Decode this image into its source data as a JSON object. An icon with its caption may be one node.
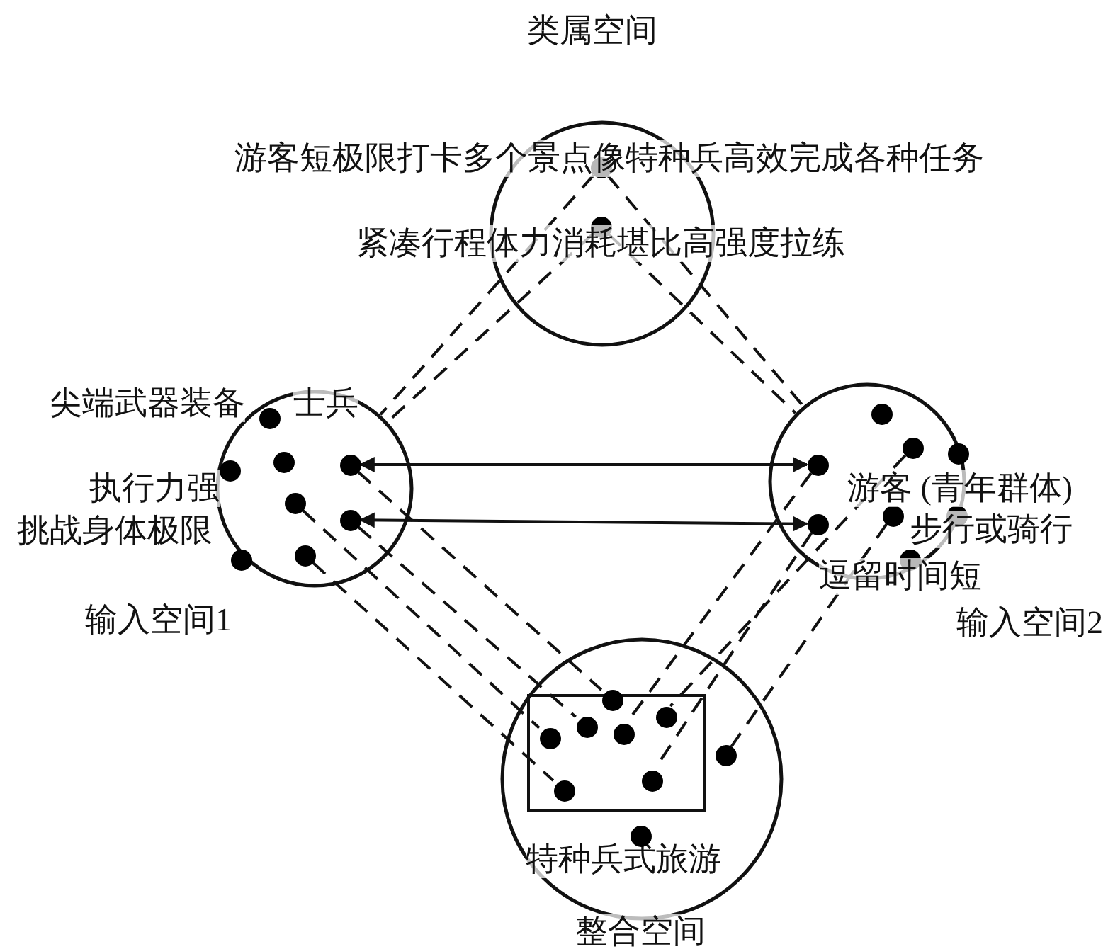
{
  "diagram": {
    "nodes": [
      {
        "text": [],
        "shape": "circle",
        "beside": [
          "类属空间"
        ]
      },
      {
        "text": [],
        "shape": "circle",
        "in": 0
      },
      {
        "text": [],
        "shape": "circle",
        "in": 0
      },
      {
        "text": [],
        "shape": "circle",
        "beside": [
          "输入空间1"
        ]
      },
      {
        "text": [],
        "shape": "circle",
        "in": 3
      },
      {
        "text": [],
        "shape": "circle",
        "in": 3
      },
      {
        "text": [],
        "shape": "circle",
        "in": 3
      },
      {
        "text": [],
        "shape": "circle",
        "in": 3
      },
      {
        "text": [],
        "shape": "circle",
        "in": 3
      },
      {
        "text": [],
        "shape": "circle",
        "in": 3
      },
      {
        "text": [],
        "shape": "circle",
        "in": 3
      },
      {
        "text": [],
        "shape": "circle",
        "in": 3
      },
      {
        "text": [],
        "shape": "circle",
        "beside": [
          "输入空间2"
        ]
      },
      {
        "text": [],
        "shape": "circle",
        "in": 12
      },
      {
        "text": [],
        "shape": "circle",
        "in": 12
      },
      {
        "text": [],
        "shape": "circle",
        "in": 12
      },
      {
        "text": [],
        "shape": "circle",
        "in": 12
      },
      {
        "text": [],
        "shape": "circle",
        "in": 12
      },
      {
        "text": [],
        "shape": "circle",
        "in": 12
      },
      {
        "text": [],
        "shape": "circle",
        "in": 12
      },
      {
        "text": [],
        "shape": "circle",
        "in": 12
      },
      {
        "text": [
          "特种兵式旅游"
        ],
        "beside": [
          "整合空间"
        ]
      },
      {
        "text": [],
        "shape": "box",
        "in": 21
      },
      {
        "text": [],
        "shape": "circle",
        "in": 22
      },
      {
        "text": [],
        "shape": "circle",
        "in": 22
      },
      {
        "text": [],
        "shape": "circle",
        "in": 22
      },
      {
        "text": [],
        "shape": "circle",
        "in": 22
      },
      {
        "text": [],
        "shape": "circle",
        "in": 22
      },
      {
        "text": [],
        "shape": "circle",
        "in": 22
      },
      {
        "text": [],
        "shape": "circle",
        "in": 22
      },
      {
        "text": [],
        "shape": "circle",
        "in": 21
      },
      {
        "text": [],
        "shape": "circle",
        "in": 21
      }
    ],
    "edges": [
      {
        "from": 1,
        "to": 3,
        "arrow": "none",
        "style": "dashed"
      },
      {
        "from": 2,
        "to": 3,
        "arrow": "none",
        "style": "dashed"
      },
      {
        "from": 1,
        "to": 12,
        "arrow": "none",
        "style": "dashed"
      },
      {
        "from": 2,
        "to": 12,
        "arrow": "none",
        "style": "dashed"
      },
      {
        "from": 7,
        "to": 23,
        "arrow": "none",
        "style": "dashed"
      },
      {
        "from": 8,
        "to": 24,
        "arrow": "none",
        "style": "dashed"
      },
      {
        "from": 9,
        "to": 25,
        "arrow": "none",
        "style": "dashed"
      },
      {
        "from": 11,
        "to": 28,
        "arrow": "none",
        "style": "dashed"
      },
      {
        "from": 14,
        "to": 27,
        "arrow": "none",
        "style": "dashed"
      },
      {
        "from": 16,
        "to": 26,
        "arrow": "none",
        "style": "dashed"
      },
      {
        "from": 17,
        "to": 30,
        "arrow": "none",
        "style": "dashed"
      },
      {
        "from": 19,
        "to": 29,
        "arrow": "none",
        "style": "dashed"
      },
      {
        "from": 7,
        "to": 16,
        "arrow": "both"
      },
      {
        "from": 9,
        "to": 19,
        "arrow": "both"
      }
    ],
    "labels": [
      "游客短极限打卡多个景点像特种兵高效完成各种任务",
      "紧凑行程体力消耗堪比高强度拉练",
      "尖端武器装备",
      "士兵",
      "执行力强",
      "挑战身体极限",
      "游客 (青年群体)",
      "步行或骑行",
      "逗留时间短"
    ]
  }
}
